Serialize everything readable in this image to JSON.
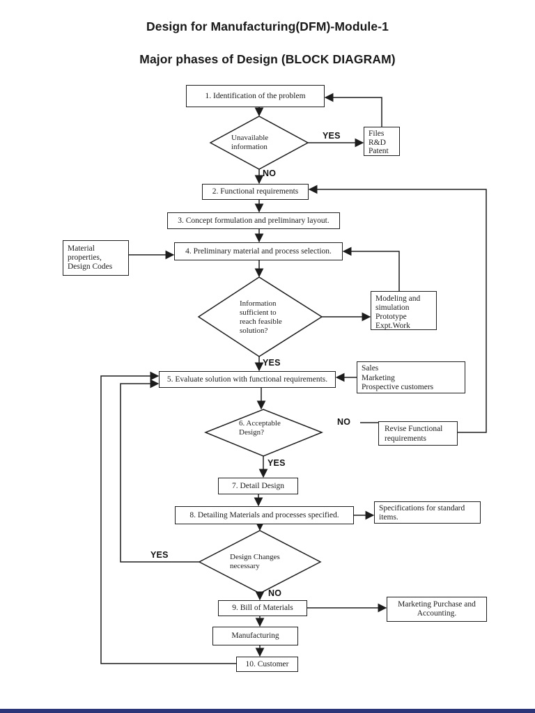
{
  "header": {
    "title_line1": "Design for Manufacturing(DFM)-Module-1",
    "title_line2": "Major phases of Design (BLOCK DIAGRAM)"
  },
  "flow": {
    "nodes": {
      "identification": "1. Identification of the problem",
      "unavailable_info": "Unavailable\ninformation",
      "files_rd_patent": "Files\nR&D\nPatent",
      "functional_req": "2. Functional requirements",
      "concept": "3. Concept formulation and preliminary layout.",
      "material_props": "Material\nproperties,\nDesign Codes",
      "prelim_selection": "4. Preliminary material and process selection.",
      "info_sufficient": "Information\nsufficient to\nreach feasible\nsolution?",
      "modeling": "Modeling and\nsimulation\nPrototype\nExpt.Work",
      "evaluate": "5. Evaluate solution with functional requirements.",
      "sales": "Sales\nMarketing\nProspective customers",
      "acceptable": "6. Acceptable\nDesign?",
      "revise": "Revise Functional\nrequirements",
      "detail_design": "7. Detail Design",
      "detailing": "8. Detailing Materials and processes specified.",
      "specifications": "Specifications for standard\nitems.",
      "design_changes": "Design Changes\nnecessary",
      "bom": "9. Bill of Materials",
      "marketing_purchase": "Marketing Purchase and\nAccounting.",
      "manufacturing": "Manufacturing",
      "customer": "10. Customer"
    },
    "labels": {
      "yes_unavailable": "YES",
      "no_unavailable": "NO",
      "yes_info_sufficient": "YES",
      "no_acceptable": "NO",
      "yes_acceptable": "YES",
      "yes_design_changes": "YES",
      "no_design_changes": "NO"
    }
  },
  "colors": {
    "ink": "#1c1c1c",
    "page_background": "#ffffff",
    "bottom_bar": "#2b3577"
  }
}
